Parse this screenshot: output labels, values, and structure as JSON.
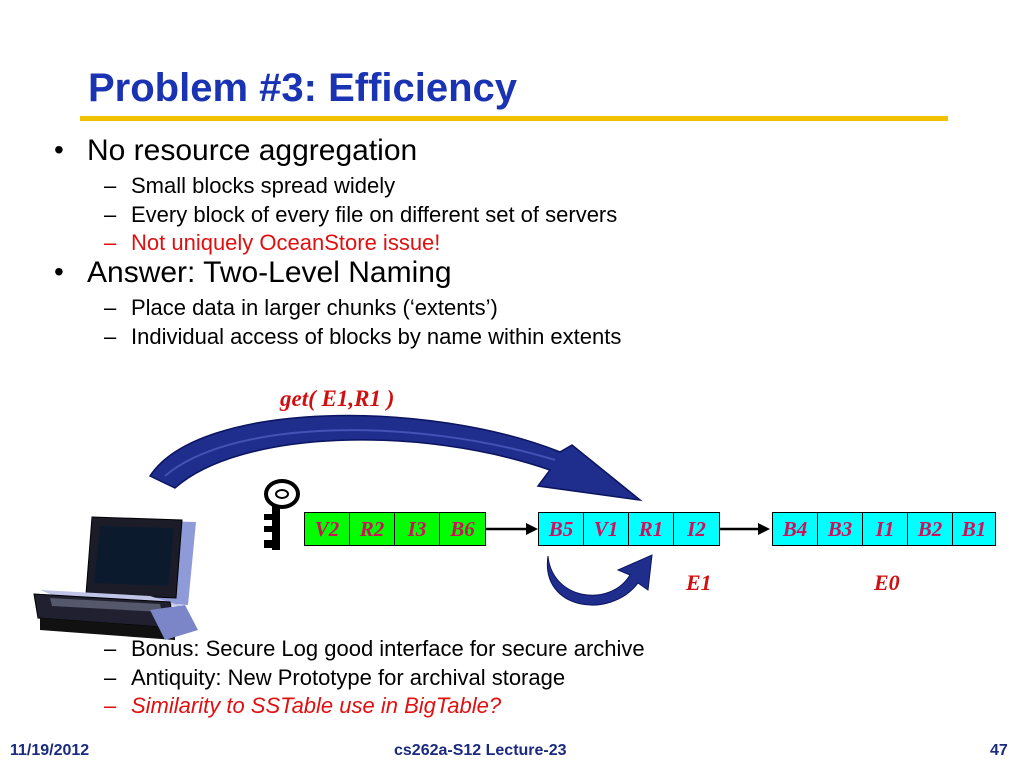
{
  "slide": {
    "title": "Problem #3: Efficiency",
    "bullets": [
      {
        "text": "No resource aggregation",
        "subs": [
          {
            "text": "Small blocks spread widely"
          },
          {
            "text": "Every block of every file on different set of servers"
          },
          {
            "text": "Not uniquely OceanStore issue!"
          }
        ]
      },
      {
        "text": "Answer: Two-Level Naming",
        "subs": [
          {
            "text": "Place data in larger chunks (‘extents’)"
          },
          {
            "text": "Individual access of blocks by name within extents"
          }
        ]
      }
    ],
    "bottom_subs": [
      {
        "text": "Bonus: Secure Log good interface for secure archive"
      },
      {
        "text": "Antiquity: New Prototype for archival storage"
      },
      {
        "text": "Similarity to SSTable use in BigTable?"
      }
    ],
    "bullet_glyph": "•",
    "dash_glyph": "–"
  },
  "diagram": {
    "get_label": "get( E1,R1 )",
    "extent_head": [
      "V2",
      "R2",
      "I3",
      "B6"
    ],
    "extent_e1": [
      "B5",
      "V1",
      "R1",
      "I2"
    ],
    "extent_e0": [
      "B4",
      "B3",
      "I1",
      "B2",
      "B1"
    ],
    "e1_label": "E1",
    "e0_label": "E0",
    "icons": [
      "laptop-icon",
      "key-icon"
    ]
  },
  "footer": {
    "date": "11/19/2012",
    "course": "cs262a-S12 Lecture-23",
    "page": "47"
  },
  "colors": {
    "title": "#1a33b3",
    "rule": "#f2c200",
    "red": "#e01010",
    "green_cells": "#00ff00",
    "cyan_cells": "#00ffff",
    "arrow": "#1f2e8c"
  }
}
